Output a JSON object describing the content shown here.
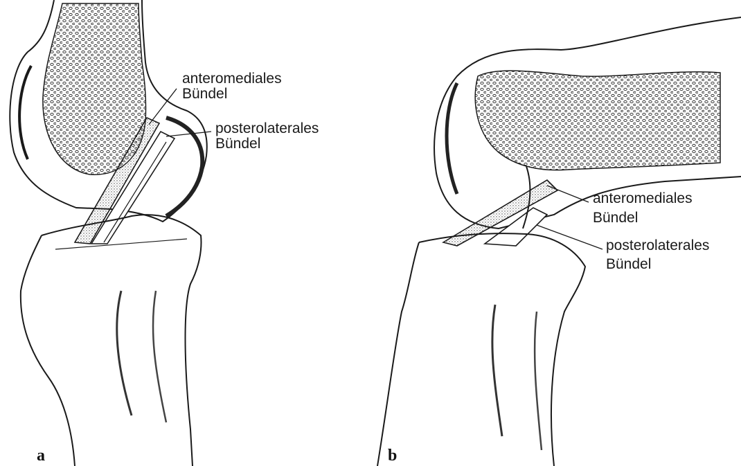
{
  "panels": [
    {
      "letter": "a",
      "labels": {
        "anteromedial_line1": "anteromediales",
        "anteromedial_line2": "Bündel",
        "posterolateral_line1": "posterolaterales",
        "posterolateral_line2": "Bündel"
      }
    },
    {
      "letter": "b",
      "labels": {
        "anteromedial_line1": "anteromediales",
        "anteromedial_line2": "Bündel",
        "posterolateral_line1": "posterolaterales",
        "posterolateral_line2": "Bündel"
      }
    }
  ],
  "colors": {
    "ink": "#1a1a1a",
    "paper": "#ffffff",
    "stipple": "#3a3a3a"
  }
}
